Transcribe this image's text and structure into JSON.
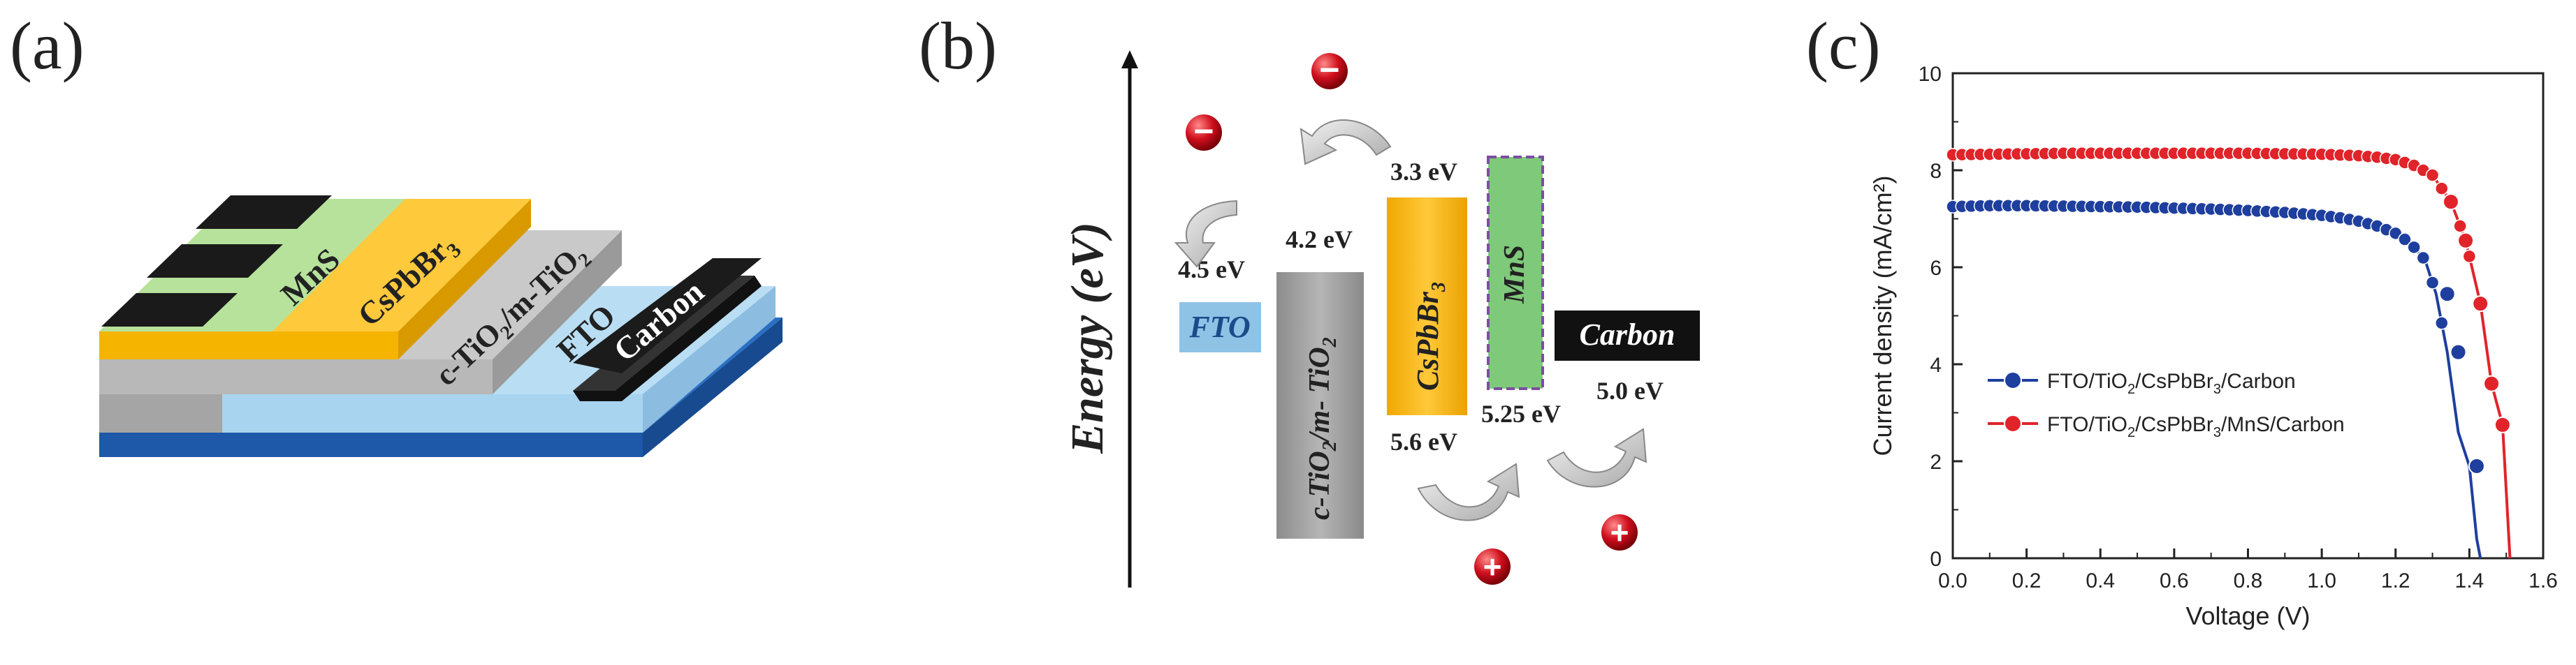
{
  "panels": {
    "a": {
      "label": "(a)",
      "layers": {
        "mns": "MnS",
        "cspbbr3": "CsPbBr",
        "cspbbr3_sub": "3",
        "tio2_a": "c-TiO",
        "tio2_sub1": "2",
        "tio2_b": "/m-TiO",
        "tio2_sub2": "2",
        "fto": "FTO",
        "carbon": "Carbon"
      }
    },
    "b": {
      "label": "(b)",
      "axis_label": "Energy (eV)",
      "blocks": {
        "fto": "FTO",
        "tio2_a": "c-TiO",
        "tio2_sub": "2",
        "tio2_b": "/m- TiO",
        "tio2_sub2": "2",
        "cspbbr3": "CsPbBr",
        "cspbbr3_sub": "3",
        "mns": "MnS",
        "carbon": "Carbon"
      },
      "levels": {
        "fto": "4.5 eV",
        "tio2": "4.2 eV",
        "cspbbr3_top": "3.3 eV",
        "cspbbr3_bottom": "5.6 eV",
        "mns_bottom": "5.25 eV",
        "carbon": "5.0 eV"
      },
      "charges": {
        "electron": "−",
        "hole": "+"
      },
      "colors": {
        "fto": "#8ec3e6",
        "tio2": "#9a9a9a",
        "cspbbr3": "#f5b400",
        "mns": "#7fc97a",
        "carbon": "#111111",
        "electron": "#c8102e",
        "hole": "#d9262c"
      }
    },
    "c": {
      "label": "(c)"
    }
  },
  "chart_data": {
    "type": "line",
    "title": "",
    "xlabel": "Voltage (V)",
    "ylabel": "Current density (mA/cm²)",
    "xlim": [
      0.0,
      1.6
    ],
    "ylim": [
      0,
      10
    ],
    "xticks": [
      "0.0",
      "0.2",
      "0.4",
      "0.6",
      "0.8",
      "1.0",
      "1.2",
      "1.4",
      "1.6"
    ],
    "yticks": [
      "0",
      "2",
      "4",
      "6",
      "8",
      "10"
    ],
    "legend_position": "center-left",
    "series": [
      {
        "name": "FTO/TiO2/CsPbBr3/Carbon",
        "legend_parts": [
          "FTO/TiO",
          "2",
          "/CsPbBr",
          "3",
          "/Carbon"
        ],
        "color": "#1f3f9e",
        "x": [
          0.0,
          0.1,
          0.2,
          0.3,
          0.4,
          0.5,
          0.6,
          0.7,
          0.8,
          0.9,
          1.0,
          1.05,
          1.1,
          1.15,
          1.2,
          1.24,
          1.28,
          1.31,
          1.34,
          1.37,
          1.4,
          1.42,
          1.43
        ],
        "y": [
          7.25,
          7.27,
          7.27,
          7.26,
          7.25,
          7.24,
          7.22,
          7.2,
          7.17,
          7.13,
          7.07,
          7.02,
          6.95,
          6.85,
          6.7,
          6.5,
          6.15,
          5.45,
          4.25,
          2.6,
          1.9,
          0.4,
          0.0
        ],
        "markers_x": [
          1.34,
          1.37,
          1.42
        ],
        "markers_y": [
          5.45,
          4.25,
          1.9
        ]
      },
      {
        "name": "FTO/TiO2/CsPbBr3/MnS/Carbon",
        "legend_parts": [
          "FTO/TiO",
          "2",
          "/CsPbBr",
          "3",
          "/MnS/Carbon"
        ],
        "color": "#e0242a",
        "x": [
          0.0,
          0.1,
          0.2,
          0.3,
          0.4,
          0.5,
          0.6,
          0.7,
          0.8,
          0.9,
          1.0,
          1.1,
          1.15,
          1.2,
          1.25,
          1.3,
          1.35,
          1.39,
          1.43,
          1.46,
          1.49,
          1.51
        ],
        "y": [
          8.32,
          8.33,
          8.34,
          8.35,
          8.35,
          8.35,
          8.35,
          8.35,
          8.35,
          8.34,
          8.33,
          8.3,
          8.27,
          8.22,
          8.1,
          7.9,
          7.35,
          6.55,
          5.25,
          3.6,
          2.75,
          0.0
        ],
        "markers_x": [
          1.35,
          1.39,
          1.43,
          1.46,
          1.49
        ],
        "markers_y": [
          7.35,
          6.55,
          5.25,
          3.6,
          2.75
        ]
      }
    ]
  }
}
